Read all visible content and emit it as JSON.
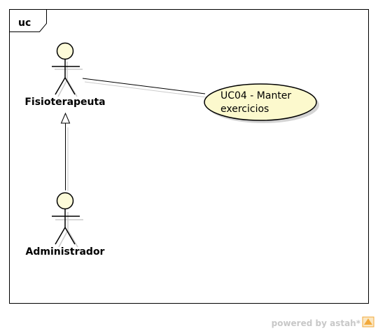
{
  "frame": {
    "label": "uc"
  },
  "actors": [
    {
      "id": "fisioterapeuta",
      "name": "Fisioterapeuta"
    },
    {
      "id": "administrador",
      "name": "Administrador"
    }
  ],
  "use_cases": [
    {
      "id": "uc04",
      "line1": "UC04 - Manter",
      "line2": "exercicios"
    }
  ],
  "relationships": [
    {
      "type": "association",
      "from": "Fisioterapeuta",
      "to": "UC04 - Manter exercicios"
    },
    {
      "type": "generalization",
      "from": "Administrador",
      "to": "Fisioterapeuta"
    }
  ],
  "watermark": {
    "text": "powered by astah*"
  },
  "colors": {
    "actor_head_fill": "#fdfbd9",
    "usecase_fill": "#fcf9cd",
    "line": "#000000",
    "shadow": "#cccccc",
    "watermark_text": "#c8c8c8",
    "logo_orange": "#f2a93b"
  }
}
